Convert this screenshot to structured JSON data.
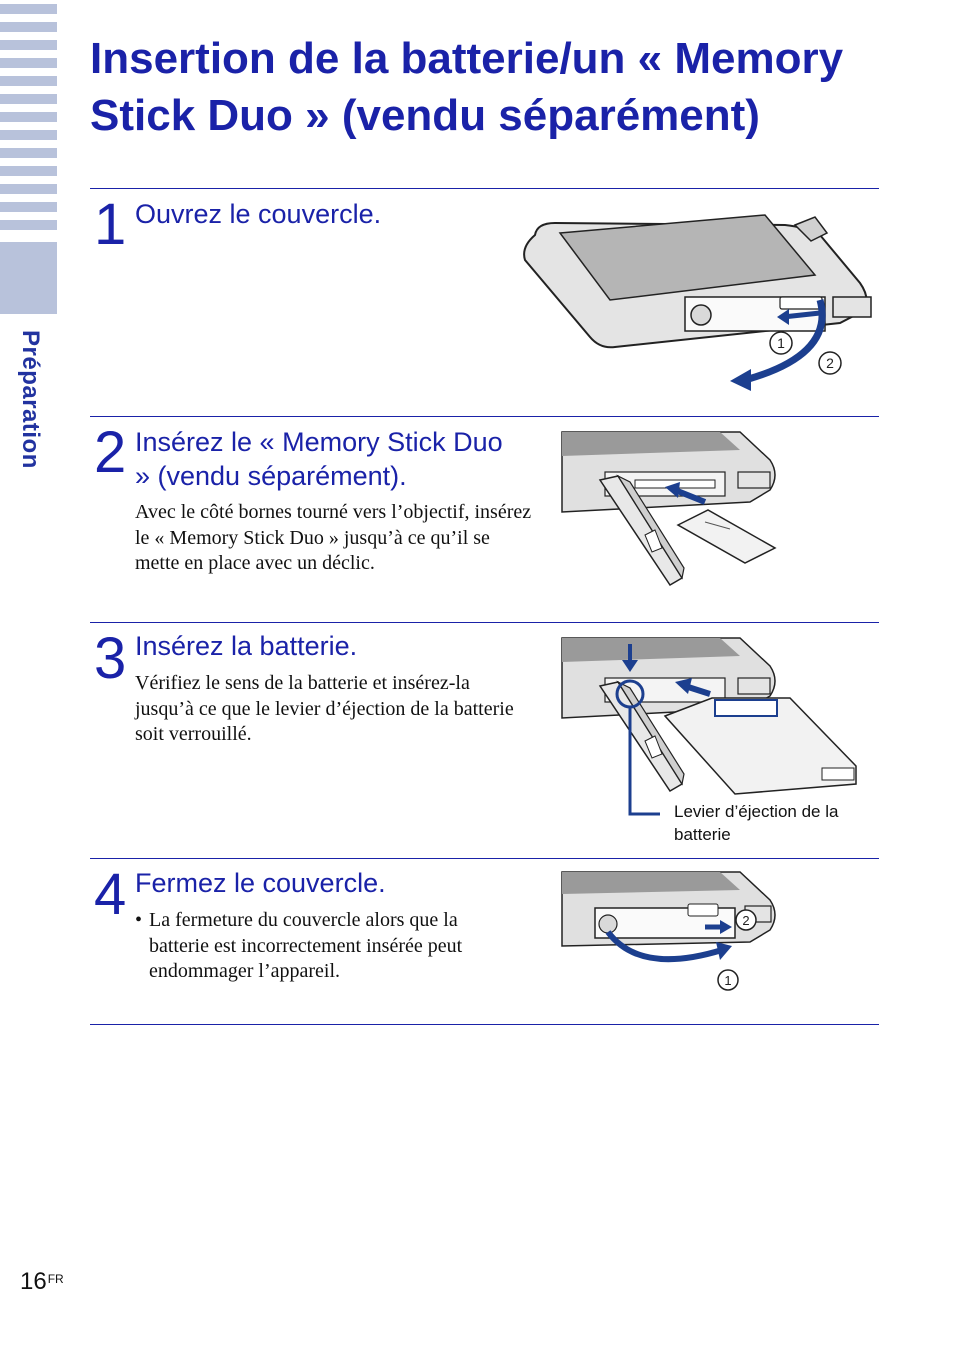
{
  "sidebar": {
    "tab_label": "Préparation"
  },
  "title": "Insertion de la batterie/un « Memory Stick Duo » (vendu séparément)",
  "steps": [
    {
      "number": "1",
      "heading": "Ouvrez le couvercle.",
      "body": "",
      "callouts": [
        "1",
        "2"
      ]
    },
    {
      "number": "2",
      "heading": "Insérez le « Memory Stick Duo » (vendu séparément).",
      "body": "Avec le côté bornes tourné vers l’objectif, insérez le « Memory Stick Duo » jusqu’à ce qu’il se mette en place avec un déclic."
    },
    {
      "number": "3",
      "heading": "Insérez la batterie.",
      "body": "Vérifiez le sens de la batterie et insérez-la jusqu’à ce que le levier d’éjection de la batterie soit verrouillé.",
      "callout_label": "Levier d’éjection de la batterie"
    },
    {
      "number": "4",
      "heading": "Fermez le couvercle.",
      "bullets": [
        "La fermeture du couvercle alors que la batterie est incorrectement insérée peut endommager l’appareil."
      ],
      "callouts": [
        "2",
        "1"
      ]
    }
  ],
  "footer": {
    "page_number": "16",
    "page_suffix": "FR"
  },
  "colors": {
    "accent": "#1a22a8",
    "sidebar": "#b8c2db",
    "arrow": "#1c3f8f"
  }
}
